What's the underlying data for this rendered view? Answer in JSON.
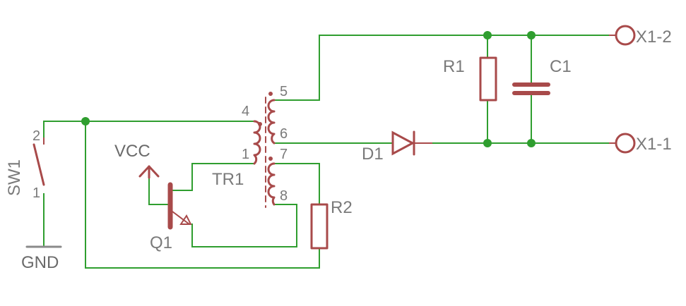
{
  "components": {
    "sw1": "SW1",
    "gnd": "GND",
    "vcc": "VCC",
    "q1": "Q1",
    "tr1": "TR1",
    "d1": "D1",
    "r1": "R1",
    "r2": "R2",
    "c1": "C1"
  },
  "connectors": {
    "x1_1": "X1-1",
    "x1_2": "X1-2"
  },
  "pins": {
    "sw1_pin2": "2",
    "sw1_pin1": "1",
    "tr1_pin4": "4",
    "tr1_pin1": "1",
    "tr1_pin5": "5",
    "tr1_pin6": "6",
    "tr1_pin7": "7",
    "tr1_pin8": "8"
  },
  "colors": {
    "wire": "#2f9e2f",
    "component": "#a84a4a",
    "label": "#7a7a7a"
  }
}
